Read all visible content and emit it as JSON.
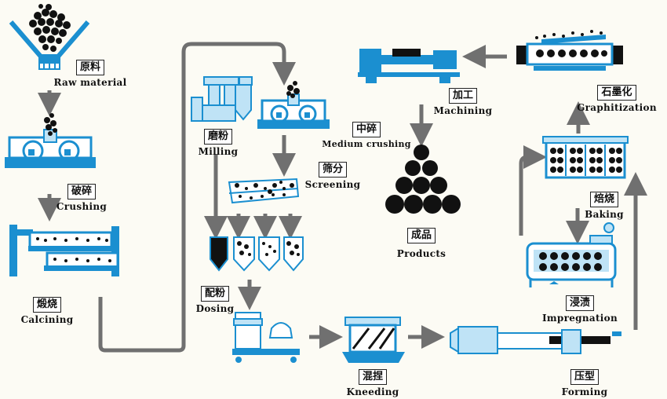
{
  "colors": {
    "blue": "#1b8fd0",
    "light_blue": "#bfe3f6",
    "arrow_grey": "#707070",
    "ink": "#111111"
  },
  "steps": {
    "raw_material": {
      "cn": "原料",
      "en": "Raw material"
    },
    "crushing": {
      "cn": "破碎",
      "en": "Crushing"
    },
    "calcining": {
      "cn": "煅烧",
      "en": "Calcining"
    },
    "milling": {
      "cn": "磨粉",
      "en": "Milling"
    },
    "medium_crushing": {
      "cn": "中碎",
      "en": "Medium crushing"
    },
    "screening": {
      "cn": "筛分",
      "en": "Screening"
    },
    "dosing": {
      "cn": "配粉",
      "en": "Dosing"
    },
    "kneeding": {
      "cn": "混捏",
      "en": "Kneeding"
    },
    "forming": {
      "cn": "压型",
      "en": "Forming"
    },
    "impregnation": {
      "cn": "浸渍",
      "en": "Impregnation"
    },
    "baking": {
      "cn": "焙烧",
      "en": "Baking"
    },
    "graphitization": {
      "cn": "石墨化",
      "en": "Graphitization"
    },
    "machining": {
      "cn": "加工",
      "en": "Machining"
    },
    "products": {
      "cn": "成品",
      "en": "Products"
    }
  }
}
